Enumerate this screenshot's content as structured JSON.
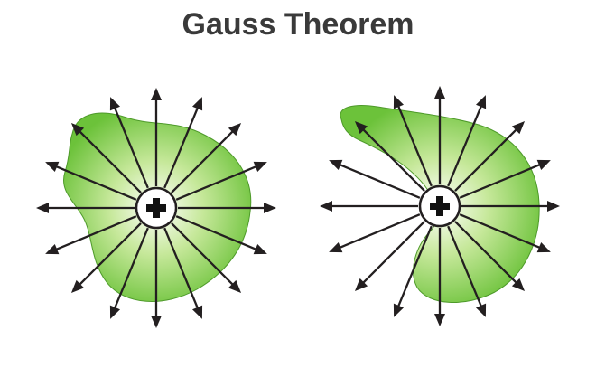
{
  "title": "Gauss Theorem",
  "charge_symbol": "+",
  "colors": {
    "title": "#3a3a3a",
    "surface_fill_center": "#ffffff",
    "surface_fill_mid": "#c6e89a",
    "surface_fill_edge": "#6cc23a",
    "surface_stroke": "#4e9a2a",
    "field_line": "#231f20",
    "charge_fill": "#ffffff",
    "charge_stroke": "#231f20",
    "charge_symbol": "#111111"
  },
  "diagrams": [
    {
      "id": "closed-surface-enclosing-charge",
      "field_line_count": 16,
      "charge": "positive"
    },
    {
      "id": "irregular-surface-enclosing-charge",
      "field_line_count": 16,
      "charge": "positive"
    }
  ]
}
